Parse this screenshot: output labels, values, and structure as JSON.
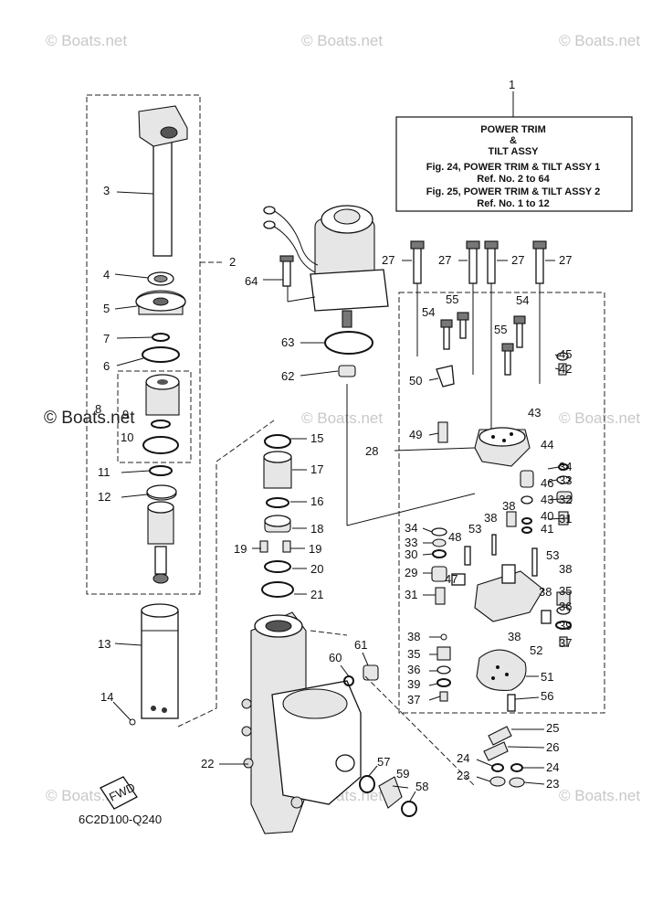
{
  "watermarks": {
    "top_left": "© Boats.net",
    "top_center": "© Boats.net",
    "top_right": "© Boats.net",
    "mid_left": "© Boats.net",
    "mid_center": "© Boats.net",
    "mid_right": "© Boats.net",
    "bottom_left": "© Boats.net",
    "bottom_center": "© Boats.net",
    "bottom_right": "© Boats.net"
  },
  "reference_box": {
    "callout": "1",
    "title_line1": "POWER TRIM",
    "title_line2": "&",
    "title_line3": "TILT ASSY",
    "fig24": "Fig. 24, POWER TRIM & TILT ASSY 1",
    "fig24_ref": "Ref. No. 2 to 64",
    "fig25": "Fig. 25, POWER TRIM & TILT ASSY 2",
    "fig25_ref": "Ref. No. 1 to 12"
  },
  "diagram_code": "6C2D100-Q240",
  "fwd_label": "FWD",
  "callouts": {
    "n2": "2",
    "n3": "3",
    "n4": "4",
    "n5": "5",
    "n6": "6",
    "n7": "7",
    "n8": "8",
    "n9": "9",
    "n10": "10",
    "n11": "11",
    "n12": "12",
    "n13": "13",
    "n14": "14",
    "n15": "15",
    "n16": "16",
    "n17": "17",
    "n18": "18",
    "n19a": "19",
    "n19b": "19",
    "n20": "20",
    "n21": "21",
    "n22": "22",
    "n23a": "23",
    "n23b": "23",
    "n24a": "24",
    "n24b": "24",
    "n25": "25",
    "n26": "26",
    "n27a": "27",
    "n27b": "27",
    "n27c": "27",
    "n27d": "27",
    "n28": "28",
    "n29": "29",
    "n30": "30",
    "n31a": "31",
    "n31b": "31",
    "n32": "32",
    "n33a": "33",
    "n33b": "33",
    "n34a": "34",
    "n34b": "34",
    "n35a": "35",
    "n35b": "35",
    "n36a": "36",
    "n36b": "36",
    "n37a": "37",
    "n37b": "37",
    "n38a": "38",
    "n38b": "38",
    "n38c": "38",
    "n38d": "38",
    "n38e": "38",
    "n38f": "38",
    "n39a": "39",
    "n39b": "39",
    "n40": "40",
    "n41": "41",
    "n42": "42",
    "n43a": "43",
    "n43b": "43",
    "n44": "44",
    "n45": "45",
    "n46": "46",
    "n47": "47",
    "n48": "48",
    "n49": "49",
    "n50": "50",
    "n51": "51",
    "n52": "52",
    "n53a": "53",
    "n53b": "53",
    "n54a": "54",
    "n54b": "54",
    "n55a": "55",
    "n55b": "55",
    "n56": "56",
    "n57": "57",
    "n58": "58",
    "n59": "59",
    "n60": "60",
    "n61": "61",
    "n62": "62",
    "n63": "63",
    "n64": "64"
  }
}
